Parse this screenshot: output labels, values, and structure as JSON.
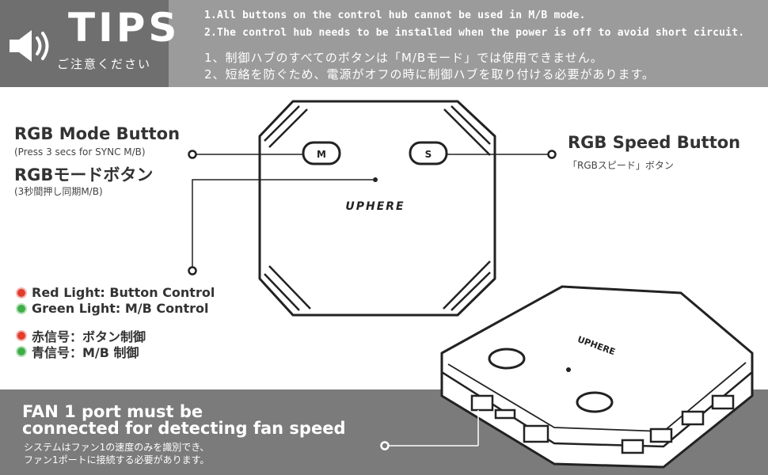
{
  "header": {
    "tips_title": "TIPS",
    "tips_subtitle": "ご注意ください",
    "notes_en": [
      "1.All buttons on the control hub cannot be used in M/B mode.",
      "2.The control hub needs to be installed when the power is off to avoid short circuit."
    ],
    "notes_jp": [
      "1、制御ハブのすべてのボタンは「M/Bモード」では使用できません。",
      "2、短絡を防ぐため、電源がオフの時に制御ハブを取り付ける必要があります。"
    ]
  },
  "mode_button": {
    "title": "RGB Mode Button",
    "subtitle": "(Press 3 secs for SYNC M/B)",
    "title_jp": "RGBモードボタン",
    "subtitle_jp": "(3秒間押し同期M/B)"
  },
  "speed_button": {
    "title": "RGB Speed Button",
    "subtitle_jp": "「RGBスピード」ボタン"
  },
  "legend": {
    "red_en": "Red Light: Button Control",
    "green_en": "Green Light: M/B Control",
    "red_jp": "赤信号：ボタン制御",
    "green_jp": "青信号：M/B 制御"
  },
  "device": {
    "m_label": "M",
    "s_label": "S",
    "brand": "UPHERE"
  },
  "footer": {
    "line1": "FAN 1 port must be",
    "line2": "connected for detecting fan speed",
    "jp1": "システムはファン1の速度のみを識別でき、",
    "jp2": "ファン1ポートに接続する必要があります。"
  },
  "colors": {
    "header_bg": "#9b9b9b",
    "tips_bg": "#6f6f6f",
    "footer_bg": "#7b7b7b",
    "red_light": "#e23c2d",
    "green_light": "#3fae49"
  }
}
